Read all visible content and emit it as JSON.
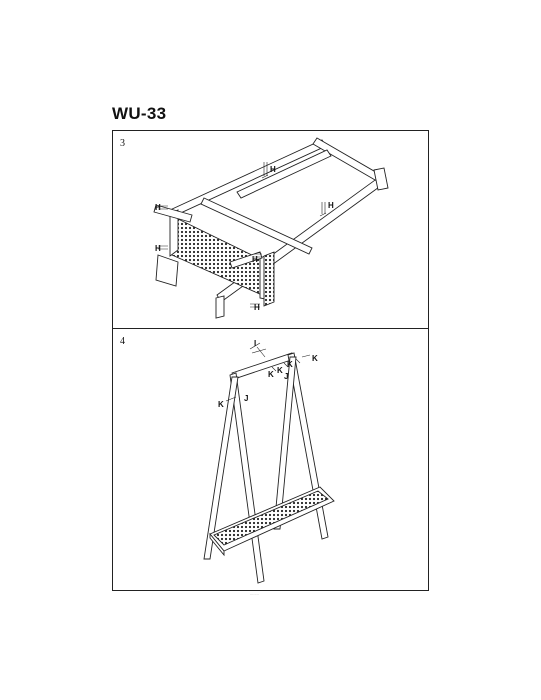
{
  "document": {
    "model": "WU-33",
    "footer_mark": "........"
  },
  "steps": [
    {
      "number": "3",
      "part_labels": [
        "H",
        "H",
        "H",
        "H",
        "H",
        "H"
      ]
    },
    {
      "number": "4",
      "part_labels": [
        "I",
        "K",
        "K",
        "K",
        "J",
        "K",
        "J"
      ]
    }
  ]
}
